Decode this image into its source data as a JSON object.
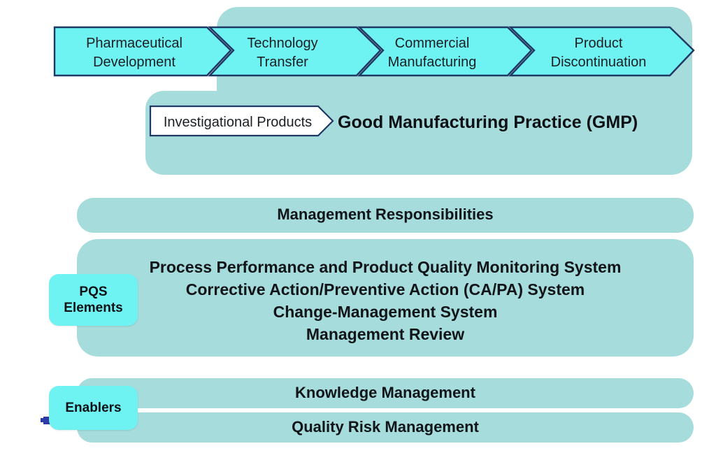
{
  "diagram": {
    "title": "Pharmaceutical Quality System (ICH Q10) framework diagram",
    "colors": {
      "panel_teal": "#a6dcdb",
      "chevron_cyan": "#6ff2f2",
      "chevron_border": "#1f3864",
      "tag_cyan": "#6ff2f2",
      "text_dark": "#111418",
      "marker_blue": "#2d3aa8",
      "chevron_white": "#ffffff",
      "background": "#ffffff"
    }
  },
  "lifecycle": {
    "stages": [
      {
        "line1": "Pharmaceutical",
        "line2": "Development"
      },
      {
        "line1": "Technology",
        "line2": "Transfer"
      },
      {
        "line1": "Commercial",
        "line2": "Manufacturing"
      },
      {
        "line1": "Product",
        "line2": "Discontinuation"
      }
    ]
  },
  "gmp": {
    "investigational_chevron_label": "Investigational Products",
    "heading": "Good Manufacturing Practice (GMP)"
  },
  "management": {
    "band_label": "Management Responsibilities"
  },
  "pqs": {
    "tag_line1": "PQS",
    "tag_line2": "Elements",
    "elements": [
      "Process Performance and Product Quality Monitoring System",
      "Corrective Action/Preventive Action (CA/PA) System",
      "Change-Management System",
      "Management Review"
    ]
  },
  "enablers": {
    "tag_label": "Enablers",
    "items": [
      "Knowledge Management",
      "Quality Risk Management"
    ]
  }
}
